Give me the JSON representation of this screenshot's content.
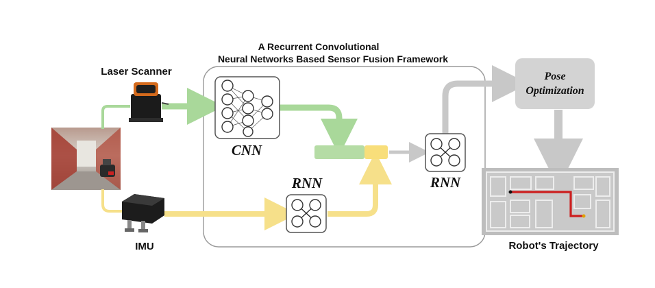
{
  "framework": {
    "title_line1": "A Recurrent Convolutional",
    "title_line2": "Neural Networks Based Sensor Fusion Framework"
  },
  "sensors": {
    "laser_label": "Laser Scanner",
    "imu_label": "IMU"
  },
  "networks": {
    "cnn_label": "CNN",
    "rnn_lower_label": "RNN",
    "rnn_right_label": "RNN"
  },
  "pose": {
    "line1": "Pose",
    "line2": "Optimization"
  },
  "trajectory": {
    "label": "Robot's Trajectory"
  },
  "colors": {
    "laser_path": "#a9d89a",
    "imu_path": "#f6e08a",
    "output_path": "#c8c8c8",
    "fused_green": "#b5dca5",
    "fused_yellow": "#f8de7a",
    "pose_box": "#d3d3d3",
    "trajectory_red": "#cc1f1f"
  },
  "icons": {
    "laser": "laser-scanner-device",
    "imu": "imu-device",
    "scene": "corridor-photo",
    "map": "floor-map"
  }
}
